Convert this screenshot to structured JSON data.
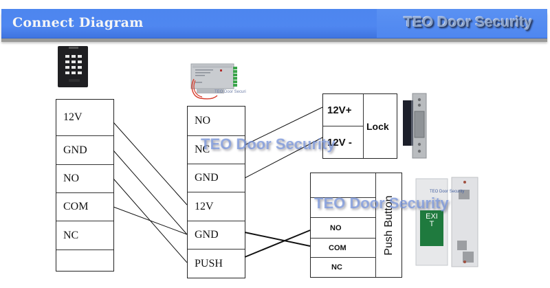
{
  "header": {
    "title": "Connect Diagram",
    "brand": "TEO Door Security",
    "colors": {
      "bar": "#4f87f0",
      "title_text": "#f6f6f6",
      "brand_text": "#8da5cc"
    }
  },
  "watermark": "TEO Door Security",
  "devices": {
    "keypad": {
      "name": "Keypad Access Controller",
      "icon": "keypad-icon"
    },
    "power_supply": {
      "name": "Power Supply Control",
      "icon": "power-supply-icon",
      "label": "TEO Door Securi"
    },
    "lock": {
      "name": "Electric Lock",
      "icon": "electric-lock-icon"
    },
    "exit_button": {
      "name": "Exit Button",
      "icon": "exit-button-icon",
      "sign": "EXIT",
      "label": "TEO Door Security"
    }
  },
  "tables": {
    "keypad": {
      "terminals": [
        "12V",
        "GND",
        "NO",
        "COM",
        "NC",
        ""
      ]
    },
    "power": {
      "terminals": [
        "NO",
        "NC",
        "GND",
        "12V",
        "GND",
        "PUSH"
      ]
    },
    "lock": {
      "terminals": [
        "12V+",
        "12V -"
      ],
      "label": "Lock"
    },
    "push_button": {
      "terminals": [
        "",
        "",
        "NO",
        "COM",
        "NC"
      ],
      "label": "Push Button"
    }
  },
  "connections": [
    {
      "from": "keypad.12V",
      "to": "power.12V"
    },
    {
      "from": "keypad.GND",
      "to": "power.GND(lower)"
    },
    {
      "from": "keypad.NO",
      "to": "power.PUSH"
    },
    {
      "from": "keypad.COM",
      "to": "power.GND(lower)"
    },
    {
      "from": "power.NC",
      "to": "lock.12V+"
    },
    {
      "from": "power.GND(upper)",
      "to": "lock.12V-"
    },
    {
      "from": "power.GND(lower)",
      "to": "push_button.COM"
    },
    {
      "from": "power.PUSH",
      "to": "push_button.NO"
    }
  ]
}
